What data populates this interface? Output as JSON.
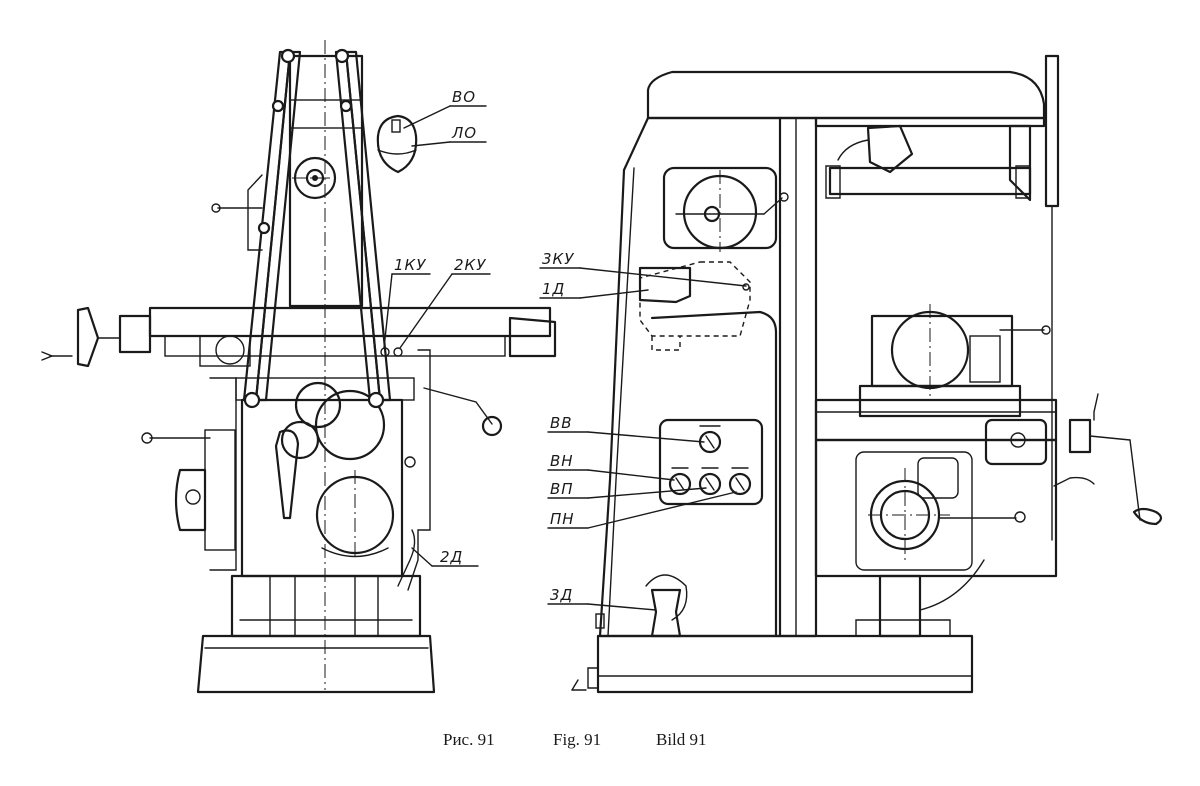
{
  "labels": {
    "vo": "ВО",
    "lo": "ЛО",
    "ku1": "1КУ",
    "ku2": "2КУ",
    "d2": "2Д",
    "ku3": "3КУ",
    "d1": "1Д",
    "vv": "ВВ",
    "vn": "ВН",
    "vp": "ВП",
    "pn": "ПН",
    "d3": "3Д"
  },
  "caption": {
    "ru": "Рис. 91",
    "en": "Fig. 91",
    "de": "Bild 91"
  }
}
